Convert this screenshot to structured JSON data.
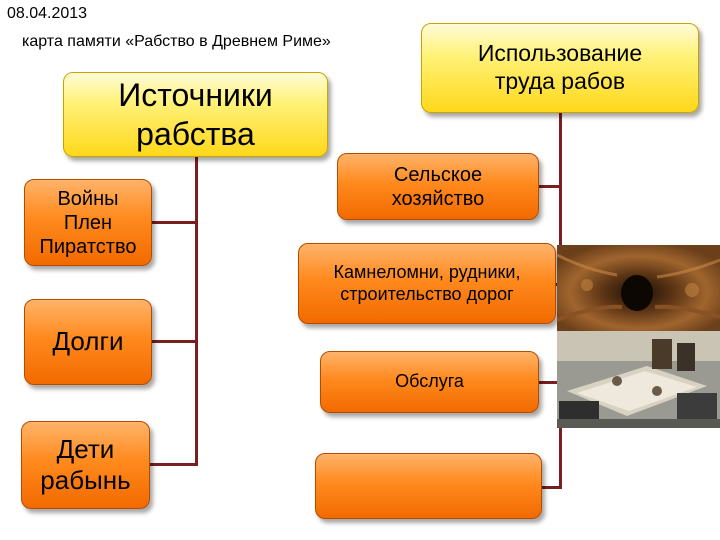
{
  "header": {
    "date": "08.04.2013",
    "subtitle": "карта памяти «Рабство в Древнем Риме»"
  },
  "sources": {
    "title_line1": "Источники",
    "title_line2": "рабства",
    "items": [
      {
        "lines": [
          "Войны",
          "Плен",
          "Пиратство"
        ]
      },
      {
        "lines": [
          "Долги"
        ]
      },
      {
        "lines": [
          "Дети",
          "рабынь"
        ]
      }
    ]
  },
  "usage": {
    "title_line1": "Использование",
    "title_line2": "труда рабов",
    "items": [
      {
        "lines": [
          "Сельское",
          "хозяйство"
        ]
      },
      {
        "lines": [
          "Камнеломни, рудники,",
          "строительство дорог"
        ]
      },
      {
        "lines": [
          "Обслуга"
        ]
      },
      {
        "lines": [
          ""
        ]
      }
    ]
  },
  "colors": {
    "title_box": "#ffe64d",
    "item_box": "#ff8a1e",
    "connector": "#7a1f1f"
  },
  "images": [
    {
      "name": "mine-tunnel-photo"
    },
    {
      "name": "roman-feast-photo"
    }
  ]
}
